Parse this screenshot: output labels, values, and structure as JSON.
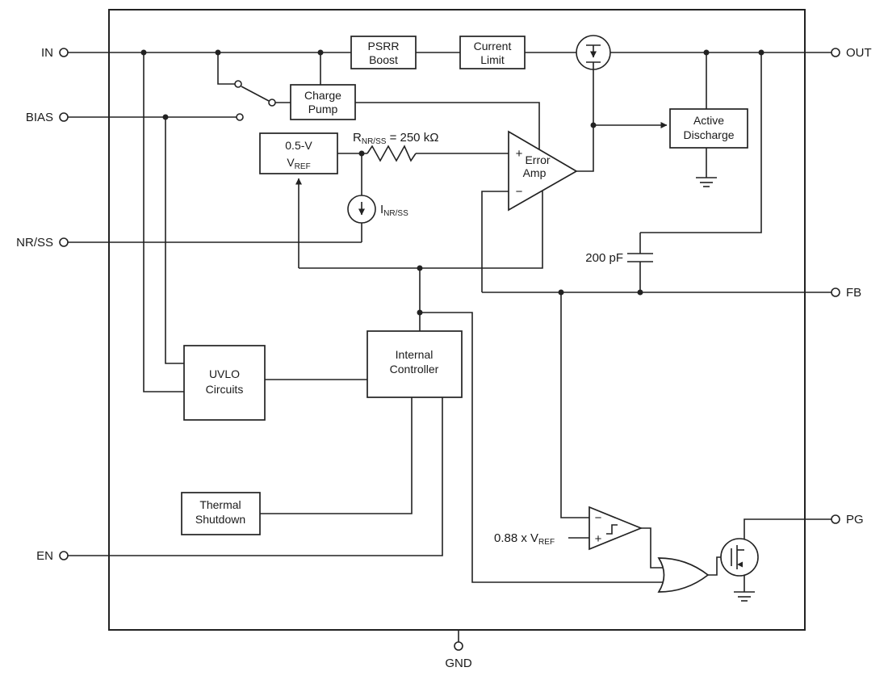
{
  "pins": {
    "left": [
      {
        "name": "IN"
      },
      {
        "name": "BIAS"
      },
      {
        "name": "NR/SS"
      },
      {
        "name": "EN"
      }
    ],
    "right": [
      {
        "name": "OUT"
      },
      {
        "name": "FB"
      },
      {
        "name": "PG"
      }
    ],
    "bottom": [
      {
        "name": "GND"
      }
    ]
  },
  "blocks": {
    "psrr_boost": {
      "line1": "PSRR",
      "line2": "Boost"
    },
    "current_limit": {
      "line1": "Current",
      "line2": "Limit"
    },
    "charge_pump": {
      "line1": "Charge",
      "line2": "Pump"
    },
    "vref": {
      "line1": "0.5-V",
      "symbol": "V",
      "subscript": "REF"
    },
    "active_discharge": {
      "line1": "Active",
      "line2": "Discharge"
    },
    "uvlo": {
      "line1": "UVLO",
      "line2": "Circuits"
    },
    "internal_controller": {
      "line1": "Internal",
      "line2": "Controller"
    },
    "thermal_shutdown": {
      "line1": "Thermal",
      "line2": "Shutdown"
    },
    "error_amp": {
      "line1": "Error",
      "line2": "Amp",
      "plus": "+",
      "minus": "−"
    },
    "pg_comparator": {
      "minus": "−",
      "plus": "+"
    }
  },
  "labels": {
    "rnrss": {
      "prefix": "R",
      "subscript": "NR/SS",
      "suffix": " = 250 kΩ"
    },
    "inrss": {
      "prefix": "I",
      "subscript": "NR/SS"
    },
    "cap": "200 pF",
    "pg_threshold": {
      "prefix": "0.88 x V",
      "subscript": "REF"
    }
  },
  "colors": {
    "line": "#222222",
    "background": "#ffffff"
  }
}
